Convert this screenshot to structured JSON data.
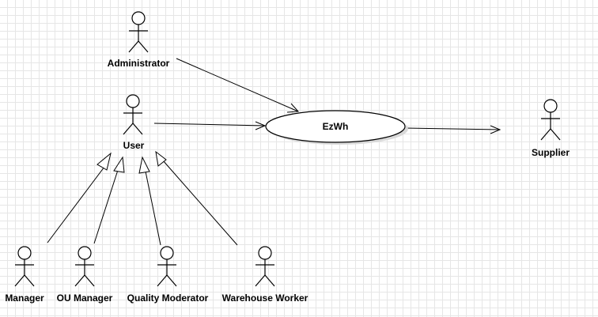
{
  "diagram": {
    "use_case": {
      "label": "EzWh"
    },
    "actors": {
      "administrator": "Administrator",
      "user": "User",
      "supplier": "Supplier",
      "manager": "Manager",
      "ou_manager": "OU Manager",
      "quality_moderator": "Quality Moderator",
      "warehouse_worker": "Warehouse Worker"
    }
  }
}
